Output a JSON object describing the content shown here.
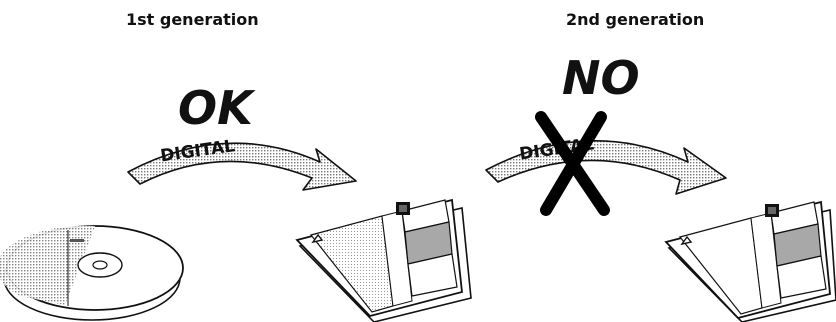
{
  "headings": {
    "first": "1st generation",
    "second": "2nd generation"
  },
  "copy_steps": [
    {
      "status_word": "OK",
      "arrow_label": "DIGITAL",
      "crossed_out": false
    },
    {
      "status_word": "NO",
      "arrow_label": "DIGITAL",
      "crossed_out": true
    }
  ],
  "colors": {
    "ink": "#111111",
    "arrow_fill": "#b7b7b7",
    "disc_shade": "#9a9a9a",
    "panel_light": "#e2e2e2",
    "panel_dark": "#a8a8a8",
    "cross": "#000000"
  },
  "icons": {
    "source_media": "compact-disc-icon",
    "copy_media": "minidisc-icon",
    "prohibited": "x-cross-icon"
  }
}
